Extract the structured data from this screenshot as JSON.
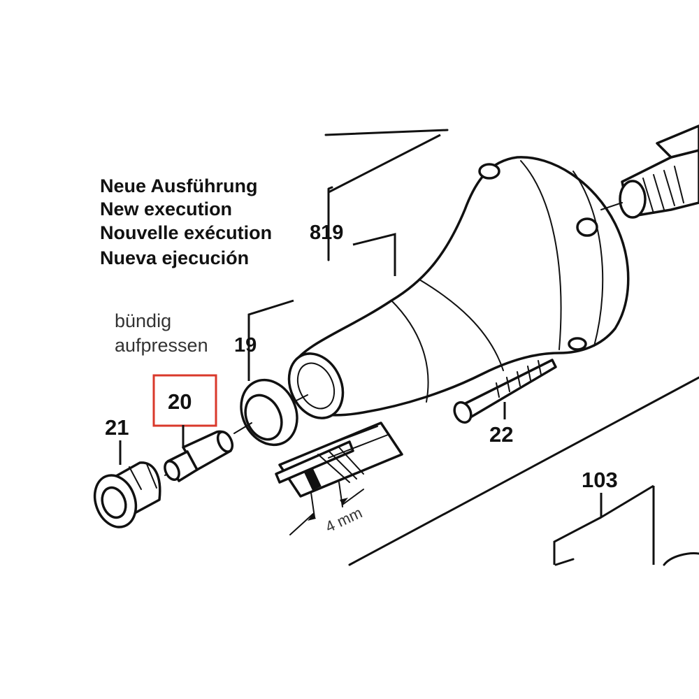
{
  "heading": {
    "lines": [
      "Neue Ausführung",
      "New execution",
      "Nouvelle exécution",
      "Nueva ejecución"
    ],
    "part_number": "819"
  },
  "note": {
    "lines": [
      "bündig",
      "aufpressen"
    ],
    "part_number": "19"
  },
  "callouts": {
    "p20": "20",
    "p21": "21",
    "p22": "22",
    "p103": "103"
  },
  "dimension": {
    "value": "4 mm"
  },
  "highlight": {
    "color": "#d9382b",
    "target": "20"
  }
}
